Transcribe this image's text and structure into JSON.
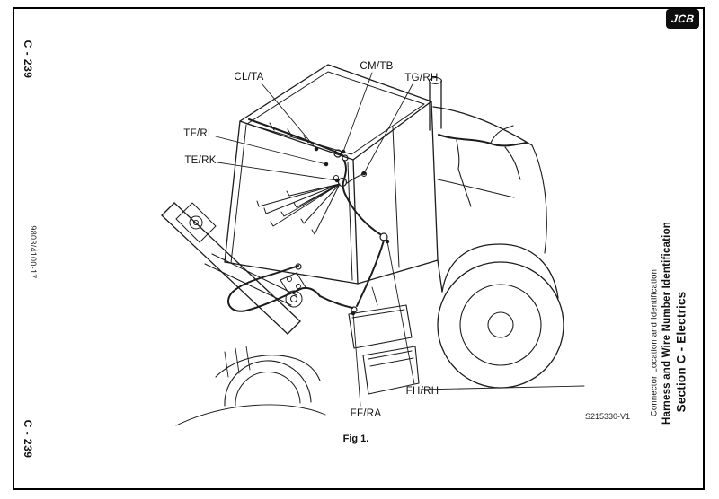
{
  "page": {
    "page_number_top": "C - 239",
    "page_number_bottom": "C - 239",
    "doc_number": "9803/4100-17",
    "logo_text": "JCB"
  },
  "sidebar_right": {
    "section_title": "Section C - Electrics",
    "subtitle": "Harness and Wire Number Identification",
    "subsubtitle": "Connector Location and Identification"
  },
  "figure": {
    "caption": "Fig 1.",
    "drawing_ref": "S215330-V1",
    "connector_labels": [
      {
        "id": "CL/TA"
      },
      {
        "id": "CM/TB"
      },
      {
        "id": "TG/RH"
      },
      {
        "id": "TF/RL"
      },
      {
        "id": "TE/RK"
      },
      {
        "id": "FH/RH"
      },
      {
        "id": "FF/RA"
      }
    ]
  }
}
